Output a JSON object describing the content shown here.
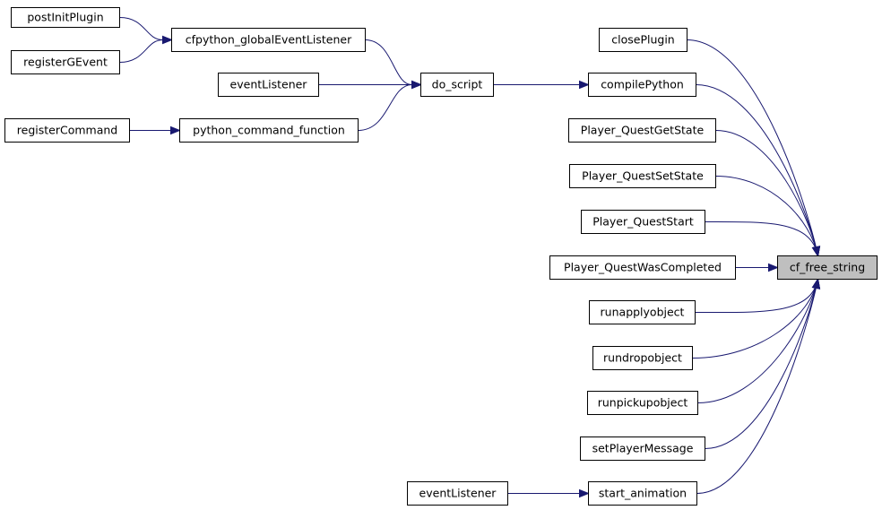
{
  "diagram": {
    "focus_node": "cf_free_string",
    "colors": {
      "edge": "#191970",
      "focus_fill": "#bfbfbf",
      "node_fill": "#ffffff",
      "border": "#000000"
    },
    "nodes": [
      {
        "id": "postInitPlugin",
        "label": "postInitPlugin"
      },
      {
        "id": "registerGEvent",
        "label": "registerGEvent"
      },
      {
        "id": "cfpython_globalEventListener",
        "label": "cfpython_globalEventListener"
      },
      {
        "id": "eventListener_1",
        "label": "eventListener"
      },
      {
        "id": "registerCommand",
        "label": "registerCommand"
      },
      {
        "id": "python_command_function",
        "label": "python_command_function"
      },
      {
        "id": "do_script",
        "label": "do_script"
      },
      {
        "id": "closePlugin",
        "label": "closePlugin"
      },
      {
        "id": "compilePython",
        "label": "compilePython"
      },
      {
        "id": "Player_QuestGetState",
        "label": "Player_QuestGetState"
      },
      {
        "id": "Player_QuestSetState",
        "label": "Player_QuestSetState"
      },
      {
        "id": "Player_QuestStart",
        "label": "Player_QuestStart"
      },
      {
        "id": "Player_QuestWasCompleted",
        "label": "Player_QuestWasCompleted"
      },
      {
        "id": "runapplyobject",
        "label": "runapplyobject"
      },
      {
        "id": "rundropobject",
        "label": "rundropobject"
      },
      {
        "id": "runpickupobject",
        "label": "runpickupobject"
      },
      {
        "id": "setPlayerMessage",
        "label": "setPlayerMessage"
      },
      {
        "id": "eventListener_2",
        "label": "eventListener"
      },
      {
        "id": "start_animation",
        "label": "start_animation"
      },
      {
        "id": "cf_free_string",
        "label": "cf_free_string"
      }
    ],
    "edges": [
      {
        "from": "postInitPlugin",
        "to": "cfpython_globalEventListener"
      },
      {
        "from": "registerGEvent",
        "to": "cfpython_globalEventListener"
      },
      {
        "from": "cfpython_globalEventListener",
        "to": "do_script"
      },
      {
        "from": "eventListener_1",
        "to": "do_script"
      },
      {
        "from": "registerCommand",
        "to": "python_command_function"
      },
      {
        "from": "python_command_function",
        "to": "do_script"
      },
      {
        "from": "do_script",
        "to": "compilePython"
      },
      {
        "from": "closePlugin",
        "to": "cf_free_string"
      },
      {
        "from": "compilePython",
        "to": "cf_free_string"
      },
      {
        "from": "Player_QuestGetState",
        "to": "cf_free_string"
      },
      {
        "from": "Player_QuestSetState",
        "to": "cf_free_string"
      },
      {
        "from": "Player_QuestStart",
        "to": "cf_free_string"
      },
      {
        "from": "Player_QuestWasCompleted",
        "to": "cf_free_string"
      },
      {
        "from": "runapplyobject",
        "to": "cf_free_string"
      },
      {
        "from": "rundropobject",
        "to": "cf_free_string"
      },
      {
        "from": "runpickupobject",
        "to": "cf_free_string"
      },
      {
        "from": "setPlayerMessage",
        "to": "cf_free_string"
      },
      {
        "from": "eventListener_2",
        "to": "start_animation"
      },
      {
        "from": "start_animation",
        "to": "cf_free_string"
      }
    ]
  }
}
